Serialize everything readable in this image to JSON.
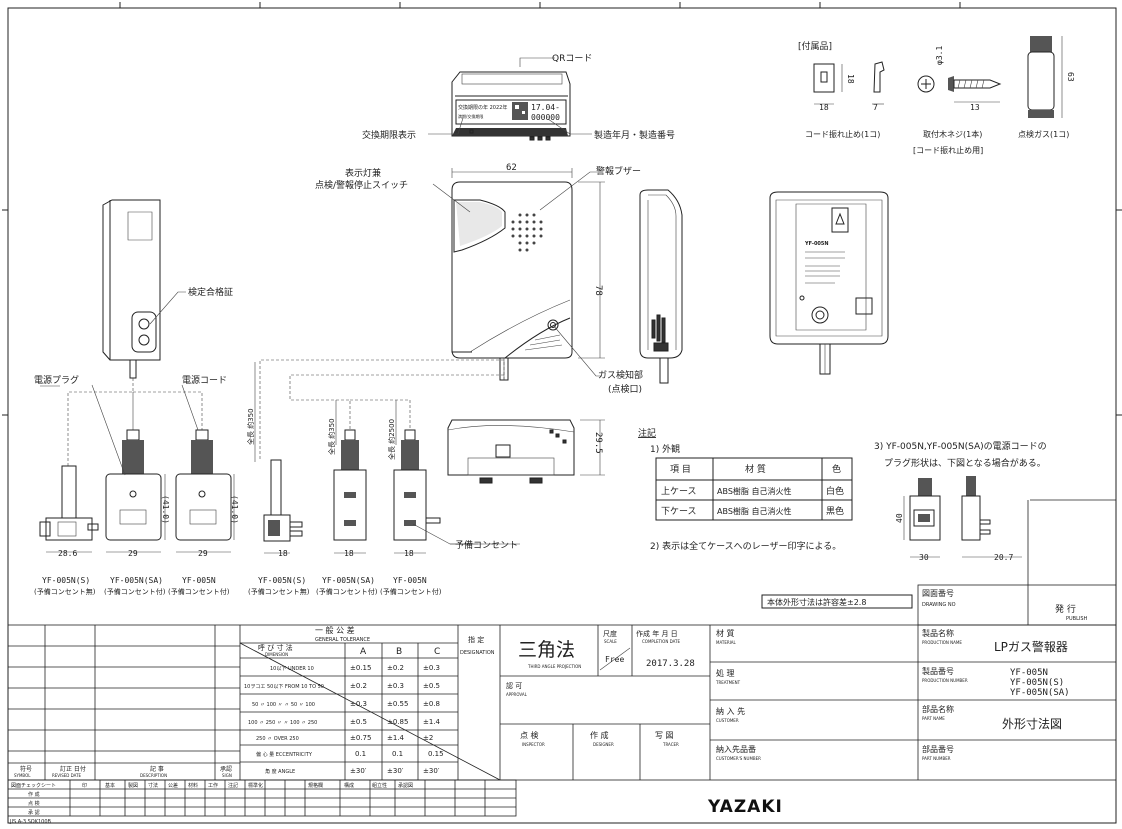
{
  "labels": {
    "qr_code": "QRコード",
    "exchange_limit": "交換期限表示",
    "mfg_date_no": "製造年月・製造番号",
    "indicator_lamp": "表示灯兼",
    "check_switch": "点検/警報停止スイッチ",
    "alarm_buzzer": "警報ブザー",
    "certification": "検定合格証",
    "power_plug": "電源プラグ",
    "power_cord": "電源コード",
    "gas_sensor": "ガス検知部",
    "gas_sensor_sub": "(点検口)",
    "spare_outlet": "予備コンセント",
    "accessories": "[付属品]",
    "cord_stop": "コード振れ止め(1コ)",
    "wood_screw": "取付木ネジ(1本)",
    "wood_screw_sub": "[コード振れ止め用]",
    "gas_cap": "点検ガス(1コ)",
    "body_tolerance": "本体外形寸法は許容差±2.8"
  },
  "device_text": {
    "limit_text": "交換期限の年 2022年",
    "limit_sub": "満期/交換期限",
    "date_code": "17.04-",
    "serial": "000000",
    "model_code": "YF-005N"
  },
  "dims": {
    "width_62": "62",
    "height_78": "78",
    "depth_29_5": "29.5",
    "plug_41": "(41.0)",
    "w_28_6": "28.6",
    "w_29a": "29",
    "w_29b": "29",
    "w_18a": "18",
    "w_18b": "18",
    "w_18c": "18",
    "len_350a": "全長 約350",
    "len_350b": "全長 約350",
    "len_2500": "全長 約2500",
    "acc_18w": "18",
    "acc_18h": "18",
    "acc_7": "7",
    "acc_3_1": "φ3.1",
    "acc_13": "13",
    "acc_63": "63",
    "n3_40": "40",
    "n3_30": "30",
    "n3_20_7": "20.7"
  },
  "variants_left": [
    {
      "model": "YF-005N(S)",
      "note": "(予備コンセント無)"
    },
    {
      "model": "YF-005N(SA)",
      "note": "(予備コンセント付)"
    },
    {
      "model": "YF-005N",
      "note": "(予備コンセント付)"
    }
  ],
  "variants_mid": [
    {
      "model": "YF-005N(S)",
      "note": "(予備コンセント無)"
    },
    {
      "model": "YF-005N(SA)",
      "note": "(予備コンセント付)"
    },
    {
      "model": "YF-005N",
      "note": "(予備コンセント付)"
    }
  ],
  "notes": {
    "heading": "注記",
    "item1": "1) 外観",
    "table_headers": [
      "項 目",
      "材 質",
      "色"
    ],
    "table_rows": [
      [
        "上ケース",
        "ABS樹脂 自己消火性",
        "白色"
      ],
      [
        "下ケース",
        "ABS樹脂 自己消火性",
        "黒色"
      ]
    ],
    "item2": "2) 表示は全てケースへのレーザー印字による。",
    "item3_line1": "3) YF-005N,YF-005N(SA)の電源コードの",
    "item3_line2": "プラグ形状は、下図となる場合がある。"
  },
  "title_block": {
    "drawing_no_jp": "図面番号",
    "drawing_no_en": "DRAWING NO",
    "issue_jp": "発 行",
    "issue_en": "PUBLISH",
    "tolerance_jp": "一 般 公 差",
    "tolerance_en": "GENERAL TOLERANCE",
    "nominal_jp": "呼 び 寸 法",
    "nominal_en": "DIMENSION",
    "cols": [
      "A",
      "B",
      "C"
    ],
    "tol_rows": [
      {
        "dim": "10以下 UNDER 10",
        "a": "±0.15",
        "b": "±0.2",
        "c": "±0.3"
      },
      {
        "dim": "10ヲコエ 50以下 FROM 10 TO 50",
        "a": "±0.2",
        "b": "±0.3",
        "c": "±0.5"
      },
      {
        "dim": "50 〃 100 〃 〃 50 〃 100",
        "a": "±0.3",
        "b": "±0.55",
        "c": "±0.8"
      },
      {
        "dim": "100 〃 250 〃 〃 100 〃 250",
        "a": "±0.5",
        "b": "±0.85",
        "c": "±1.4"
      },
      {
        "dim": "250 〃 OVER 250",
        "a": "±0.75",
        "b": "±1.4",
        "c": "±2"
      },
      {
        "dim": "偏 心 量 ECCENTRICITY",
        "a": "0.1",
        "b": "0.1",
        "c": "0.15"
      },
      {
        "dim": "角 度 ANGLE",
        "a": "±30′",
        "b": "±30′",
        "c": "±30′"
      }
    ],
    "designation_jp": "指 定",
    "designation_en": "DESIGNATION",
    "projection_jp": "三角法",
    "projection_en": "THIRD ANGLE PROJECTION",
    "scale_jp": "尺度",
    "scale_en": "SCALE",
    "scale_val": "Free",
    "completion_jp": "作成 年 月 日",
    "completion_en": "COMPLETION DATE",
    "completion_val": "2017.3.28",
    "approval_jp": "認 可",
    "approval_en": "APPROVAL",
    "inspector_jp": "点 検",
    "inspector_en": "INSPECTOR",
    "designer_jp": "作 成",
    "designer_en": "DESIGNER",
    "tracer_jp": "写 図",
    "tracer_en": "TRACER",
    "material_jp": "材 質",
    "material_en": "MATERIAL",
    "treatment_jp": "処 理",
    "treatment_en": "TREATMENT",
    "customer_jp": "納 入 先",
    "customer_en": "CUSTOMER",
    "cust_no_jp": "納入先品番",
    "cust_no_en": "CUSTOMER'S NUMBER",
    "product_name_jp": "製品名称",
    "product_name_en": "PRODUCTION NAME",
    "product_name_val": "LPガス警報器",
    "product_no_jp": "製品番号",
    "product_no_en": "PRODUCTION NUMBER",
    "product_no_vals": [
      "YF-005N",
      "YF-005N(S)",
      "YF-005N(SA)"
    ],
    "part_name_jp": "部品名称",
    "part_name_en": "PART NAME",
    "part_name_val": "外形寸法図",
    "part_no_jp": "部品番号",
    "part_no_en": "PART NUMBER",
    "rev_headers": [
      "符号",
      "訂正 日付",
      "記 事",
      "承認"
    ],
    "rev_headers_en": [
      "SYMBOL",
      "REVISED DATE",
      "DESCRIPTION",
      "SIGN"
    ],
    "check_row": [
      "図面チェックシート",
      "印",
      "基本",
      "製図",
      "寸法",
      "公差",
      "材料",
      "工作",
      "注記",
      "標準化",
      "規格欄",
      "構成",
      "組立性",
      "承認図"
    ],
    "sign_rows": [
      "作 成",
      "点 検",
      "承 認"
    ],
    "jis": "JIS A-3 SOK100B"
  },
  "logo": "YAZAKI"
}
